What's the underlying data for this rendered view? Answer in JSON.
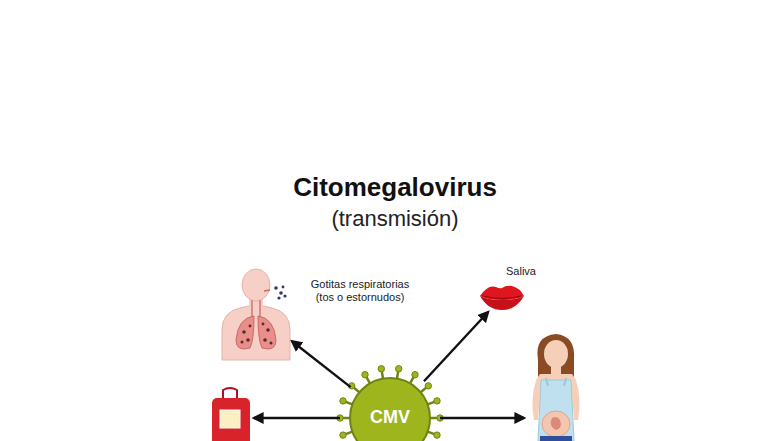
{
  "diagram": {
    "title": "Citomegalovirus",
    "nodes": [
      {
        "text": [
          "Gotitas respiratorias (tos o estornudos)"
        ]
      },
      {
        "text": [
          "Saliva"
        ]
      },
      {
        "text": []
      },
      {
        "text": [
          "CMV"
        ]
      },
      {
        "text": []
      }
    ],
    "edges": [
      {
        "from": 3,
        "to": 0,
        "arrow": "to"
      },
      {
        "from": 3,
        "to": 1,
        "arrow": "to"
      },
      {
        "from": 3,
        "to": 2,
        "arrow": "to"
      },
      {
        "from": 3,
        "to": 4,
        "arrow": "to"
      }
    ],
    "labels": [
      "(transmisión)"
    ]
  }
}
